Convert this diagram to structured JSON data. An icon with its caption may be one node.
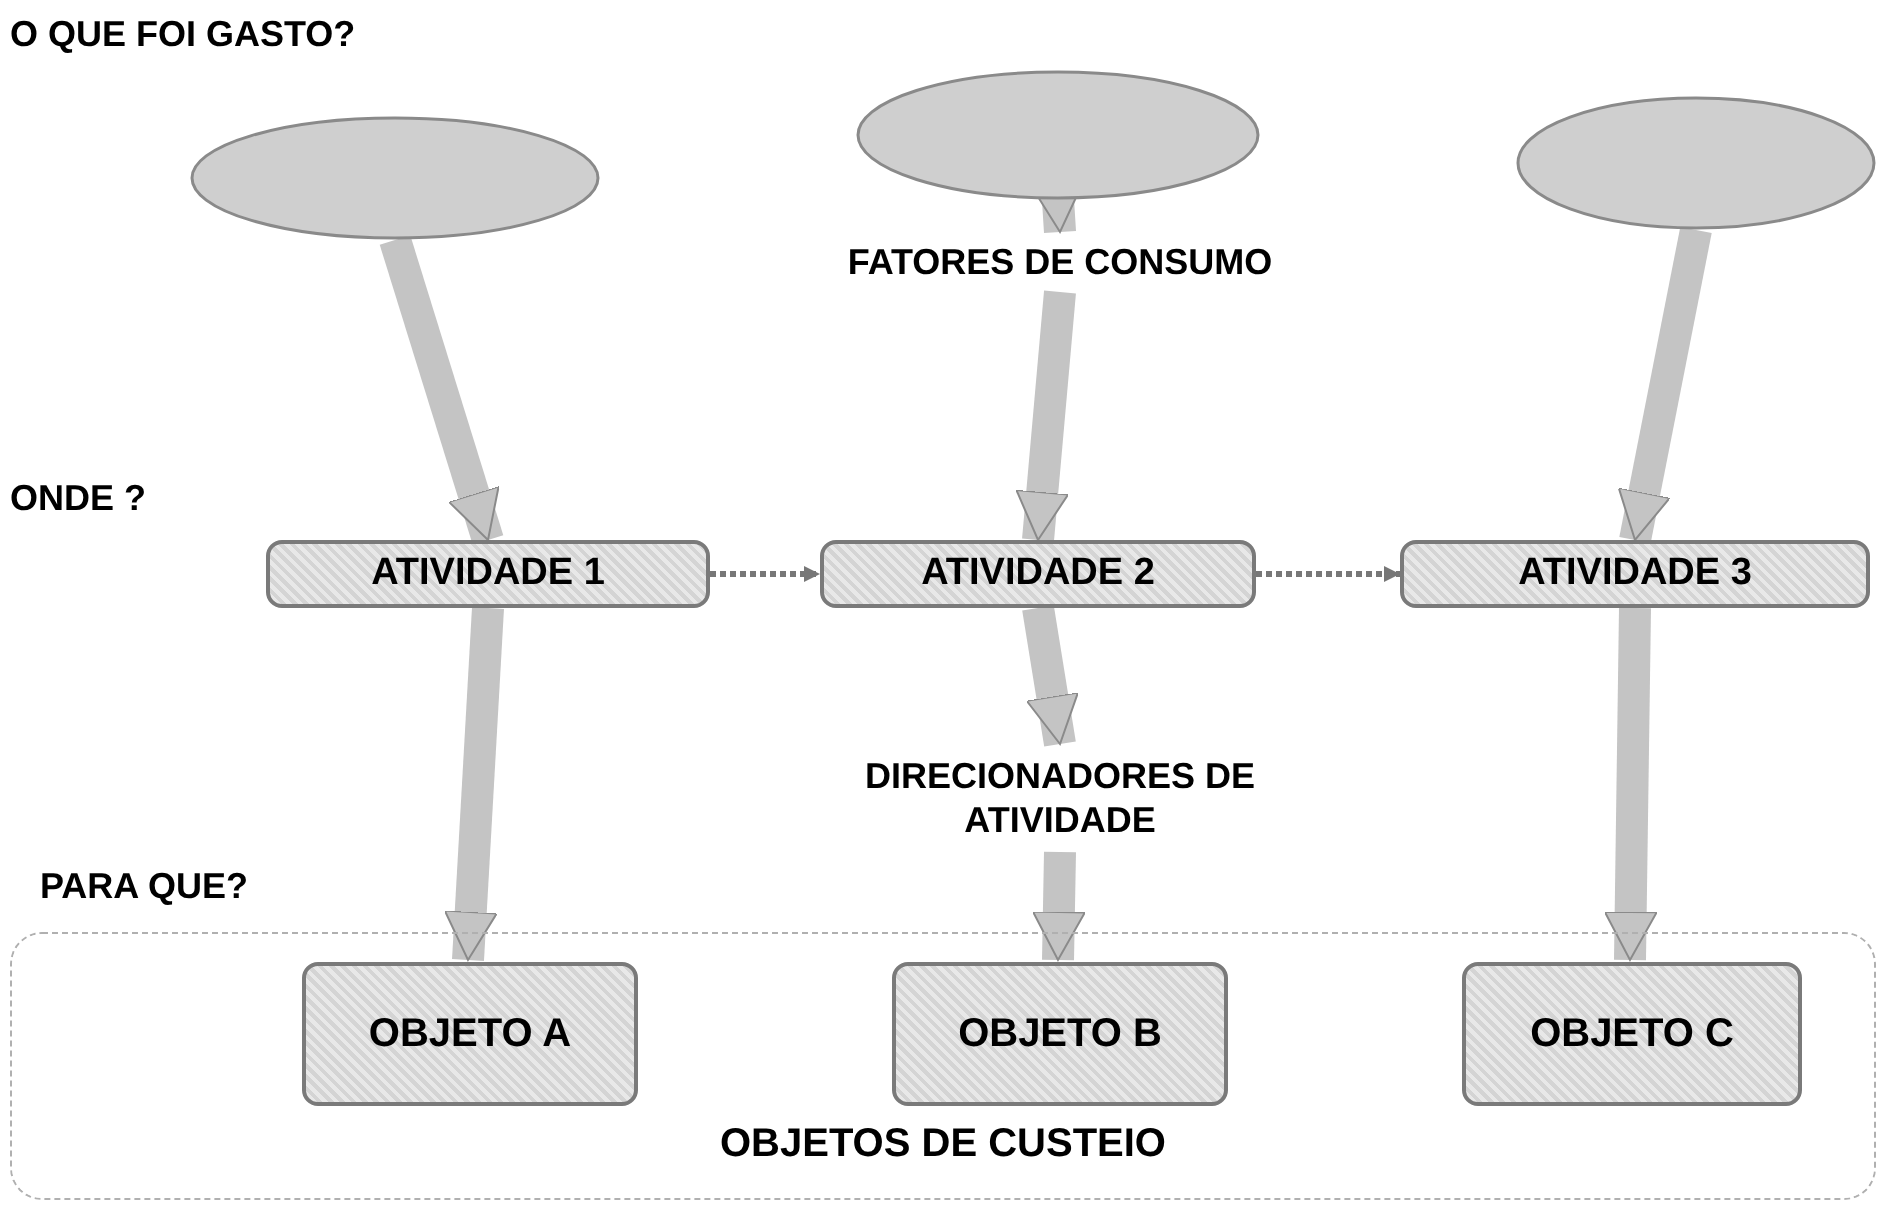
{
  "diagram": {
    "nodes": [
      {
        "text": [],
        "shape": "ellipse"
      },
      {
        "text": [],
        "shape": "ellipse"
      },
      {
        "text": [],
        "shape": "ellipse"
      },
      {
        "text": [
          "FATORES DE CONSUMO"
        ]
      },
      {
        "text": [
          "ATIVIDADE 1"
        ]
      },
      {
        "text": [
          "ATIVIDADE 2"
        ]
      },
      {
        "text": [
          "ATIVIDADE 3"
        ]
      },
      {
        "text": [
          "DIRECIONADORES DE ATIVIDADE"
        ]
      },
      {
        "text": [
          "OBJETOS DE CUSTEIO"
        ]
      },
      {
        "text": [
          "OBJETO A"
        ],
        "in": 8
      },
      {
        "text": [
          "OBJETO B"
        ],
        "in": 8
      },
      {
        "text": [
          "OBJETO C"
        ],
        "in": 8
      }
    ],
    "edges": [
      {
        "from": 0,
        "to": 4,
        "arrow": "to"
      },
      {
        "from": 1,
        "to": 3,
        "arrow": "to"
      },
      {
        "from": 3,
        "to": 5,
        "arrow": "to"
      },
      {
        "from": 2,
        "to": 6,
        "arrow": "to"
      },
      {
        "from": 4,
        "to": 5,
        "arrow": "to",
        "style": "dashed"
      },
      {
        "from": 5,
        "to": 6,
        "arrow": "to",
        "style": "dashed"
      },
      {
        "from": 4,
        "to": 9,
        "arrow": "to"
      },
      {
        "from": 5,
        "to": 7,
        "arrow": "to"
      },
      {
        "from": 7,
        "to": 10,
        "arrow": "to"
      },
      {
        "from": 6,
        "to": 11,
        "arrow": "to"
      }
    ],
    "labels": [
      "O QUE FOI GASTO?",
      "ONDE ?",
      "PARA QUE?"
    ]
  }
}
